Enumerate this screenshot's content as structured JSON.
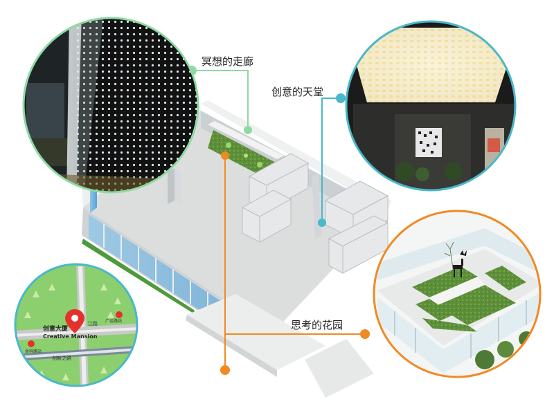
{
  "callouts": [
    {
      "label": "冥想的走廊",
      "color": "#8fd9a3"
    },
    {
      "label": "创意的天堂",
      "color": "#49b8c9"
    },
    {
      "label": "思考的花园",
      "color": "#f08a24"
    }
  ],
  "map": {
    "building_cn": "创意大厦",
    "building_en": "Creative Mansion",
    "street": "江路",
    "road_bottom": "创新之路",
    "poi_left": "食科路站",
    "poi_right": "广运路站",
    "pin_color": "#e5312b",
    "border_color": "#49b8c9"
  },
  "photos": {
    "corridor_border": "#8fd9a3",
    "ceiling_border": "#49b8c9",
    "garden_border": "#f08a24"
  }
}
